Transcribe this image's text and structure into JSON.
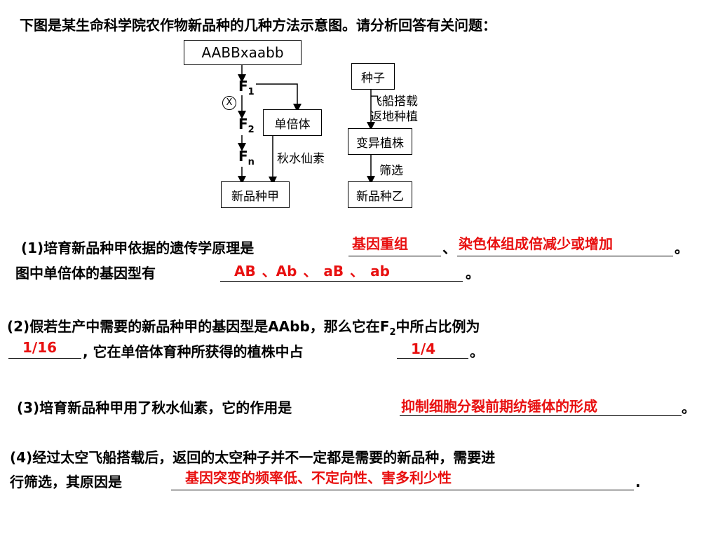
{
  "header": {
    "title": "下图是某生命科学院农作物新品种的几种方法示意图。请分析回答有关问题："
  },
  "diagram": {
    "parents_box": "AABBxaabb",
    "f1": "F",
    "f1_sub": "1",
    "cross_symbol": "X",
    "f2": "F",
    "f2_sub": "2",
    "fn": "F",
    "fn_sub": "n",
    "haploid_box": "单倍体",
    "colchicine_label": "秋水仙素",
    "variety_a_box": "新品种甲",
    "seed_box": "种子",
    "space_label_1": "飞船搭载",
    "space_label_2": "返地种植",
    "mutant_box": "变异植株",
    "screen_label": "筛选",
    "variety_b_box": "新品种乙"
  },
  "q1": {
    "prefix": "(1)培育新品种甲依据的遗传学原理是",
    "answer_a": "基因重组",
    "sep": "、",
    "answer_b": "染色体组成倍减少或增加",
    "end": "。",
    "line2_prefix": "图中单倍体的基因型有",
    "answer_c": "AB 、Ab 、 aB 、 ab",
    "end2": "。"
  },
  "q2": {
    "line1_a": "(2)假若生产中需要的新品种甲的基因型是AAbb，那么它在F",
    "line1_sub": "2",
    "line1_b": "中所占比例为",
    "answer_a": "1/16",
    "mid": ", 它在单倍体育种所获得的植株中占",
    "answer_b": "1/4",
    "end": "。"
  },
  "q3": {
    "prefix": "(3)培育新品种甲用了秋水仙素，它的作用是",
    "answer": "抑制细胞分裂前期纺锤体的形成",
    "end": "。"
  },
  "q4": {
    "line1": "(4)经过太空飞船搭载后，返回的太空种子并不一定都是需要的新品种，需要进",
    "line2_prefix": "行筛选，其原因是",
    "answer": "基因突变的频率低、不定向性、害多利少性",
    "end": "."
  }
}
